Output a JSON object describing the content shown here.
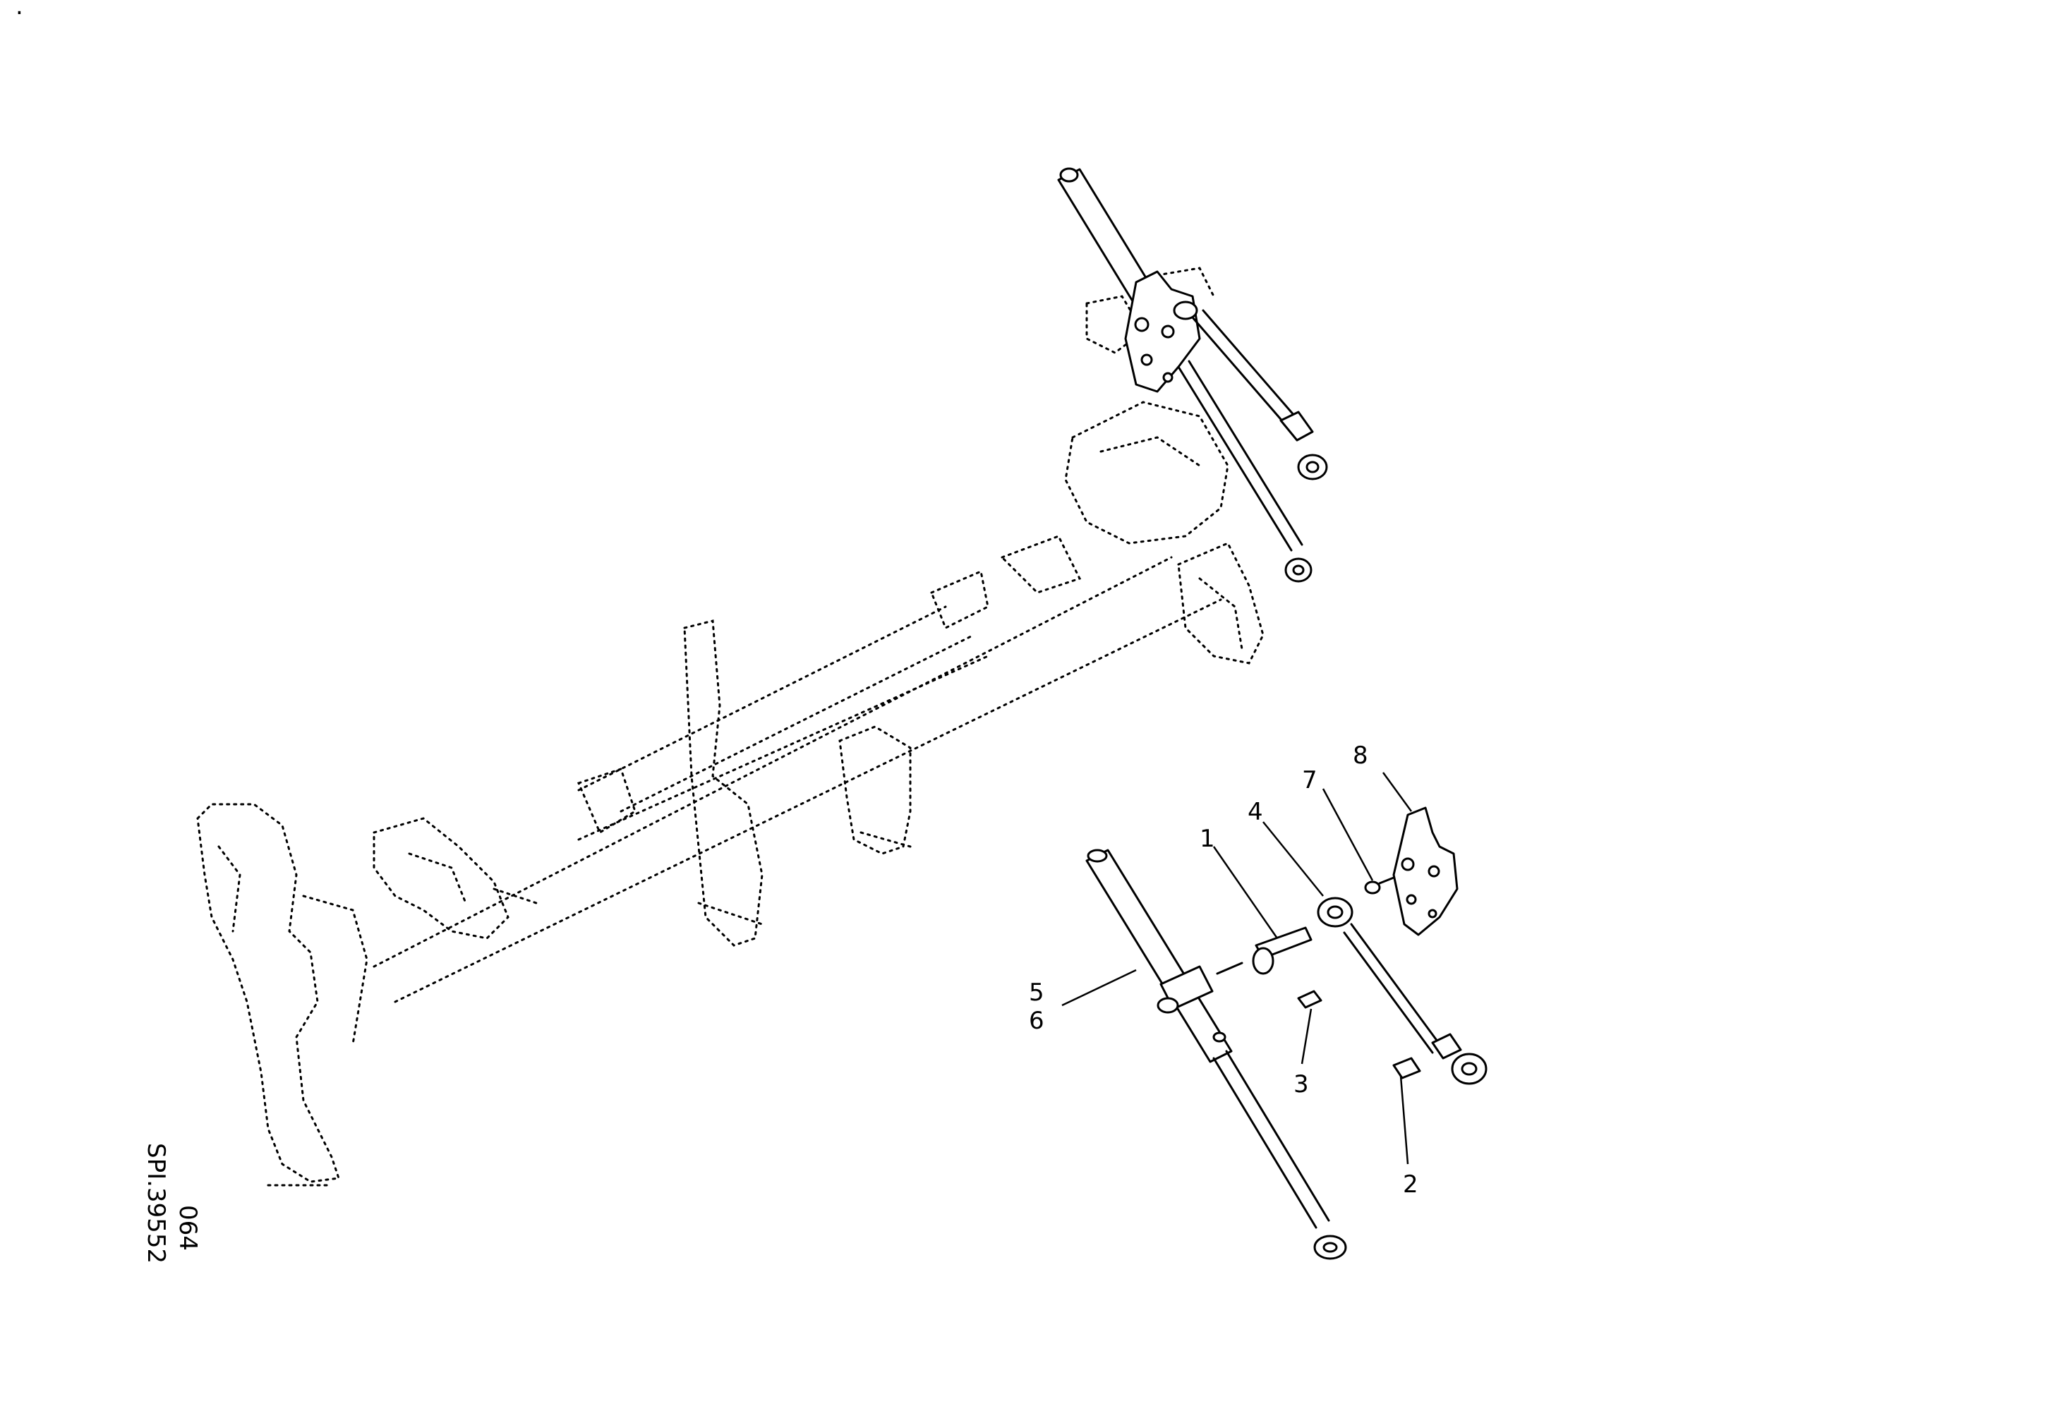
{
  "figure": {
    "callouts": [
      {
        "id": "1",
        "label": "1"
      },
      {
        "id": "2",
        "label": "2"
      },
      {
        "id": "3",
        "label": "3"
      },
      {
        "id": "4",
        "label": "4"
      },
      {
        "id": "5",
        "label": "5"
      },
      {
        "id": "6",
        "label": "6"
      },
      {
        "id": "7",
        "label": "7"
      },
      {
        "id": "8",
        "label": "8"
      }
    ],
    "reference": {
      "line1": "SPI.39552",
      "line2": "064"
    },
    "corner_mark": "."
  }
}
